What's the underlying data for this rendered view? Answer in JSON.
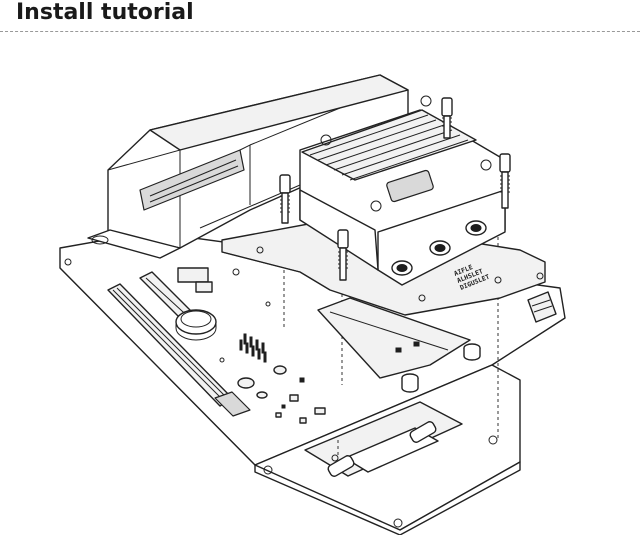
{
  "header": {
    "title": "Install tutorial"
  },
  "block_engraving": [
    "AIFLE",
    "ALHSLET",
    "DIGUSLET"
  ]
}
